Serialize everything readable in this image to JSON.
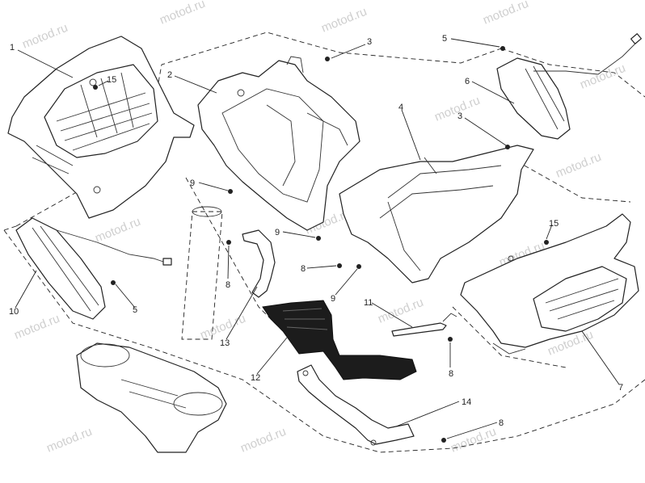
{
  "watermark": "motod.ru",
  "callouts": {
    "c1": "1",
    "c2": "2",
    "c3a": "3",
    "c3b": "3",
    "c4": "4",
    "c5a": "5",
    "c5b": "5",
    "c6": "6",
    "c7": "7",
    "c8a": "8",
    "c8b": "8",
    "c8c": "8",
    "c8d": "8",
    "c9a": "9",
    "c9b": "9",
    "c9c": "9",
    "c10": "10",
    "c11": "11",
    "c12": "12",
    "c13": "13",
    "c14": "14",
    "c15a": "15",
    "c15b": "15"
  }
}
